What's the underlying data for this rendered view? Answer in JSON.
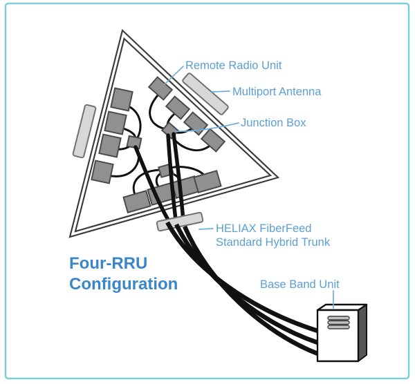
{
  "title": {
    "line1": "Four-RRU",
    "line2": "Configuration"
  },
  "labels": {
    "remote_radio_unit": "Remote Radio Unit",
    "multiport_antenna": "Multiport Antenna",
    "junction_box": "Junction Box",
    "trunk_line1": "HELIAX FiberFeed",
    "trunk_line2": "Standard Hybrid Trunk",
    "base_band_unit": "Base Band Unit"
  },
  "structure": {
    "sectors": 3,
    "rrus_per_sector": 4,
    "junction_boxes": 3,
    "multiport_antennas": 2,
    "trunk_cables": 3
  },
  "colors": {
    "border_teal": "#7CCEDA",
    "label_blue": "#5B9FD6",
    "pointer_blue": "#6FAEDC",
    "title_blue": "#3A86C8",
    "outline_dark": "#3C3C3C",
    "rru_gray": "#909090",
    "rru_stroke": "#4A4A4A",
    "antenna_gray": "#D7D7D7",
    "antenna_stroke": "#707070",
    "cable_black": "#111111",
    "bbu_side_gray": "#565656",
    "vent_gray": "#C2C2C2"
  }
}
